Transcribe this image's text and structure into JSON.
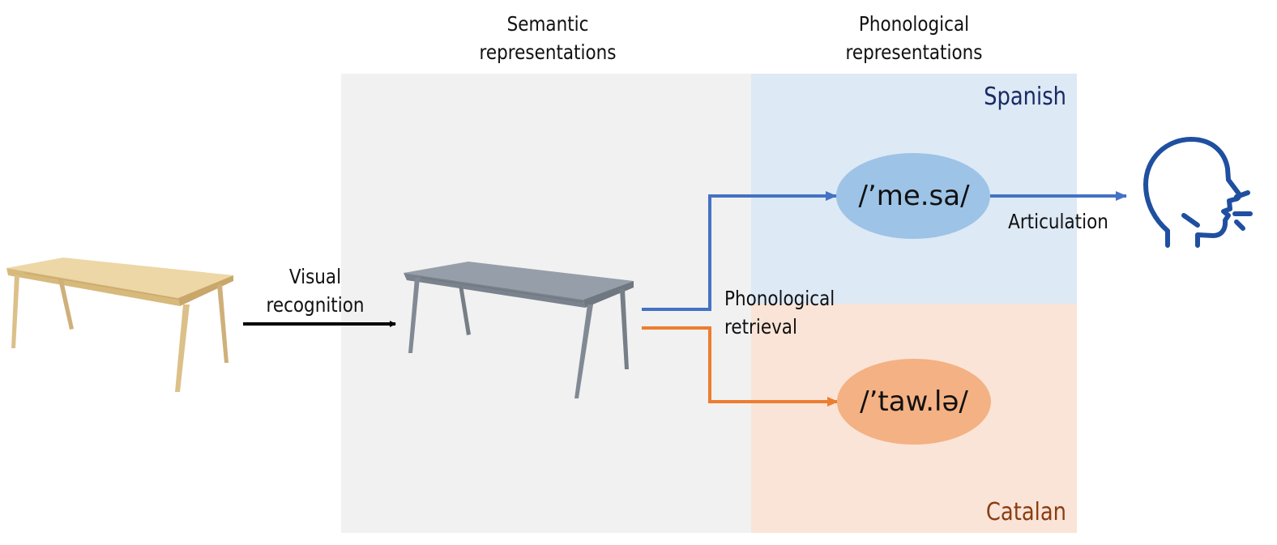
{
  "headings": {
    "semantic_line1": "Semantic",
    "semantic_line2": "representations",
    "phonological_line1": "Phonological",
    "phonological_line2": "representations"
  },
  "languages": {
    "spanish": "Spanish",
    "catalan": "Catalan"
  },
  "word_forms": {
    "spanish": "/’me.sa/",
    "catalan": "/’taw.lə/"
  },
  "processes": {
    "visual_line1": "Visual",
    "visual_line2": "recognition",
    "retrieval_line1": "Phonological",
    "retrieval_line2": "retrieval",
    "articulation": "Articulation"
  },
  "colors": {
    "spanish_path": "#4472c4",
    "catalan_path": "#ed7d31",
    "spanish_node": "#9dc3e6",
    "catalan_node": "#f4b183",
    "semantic_bg": "#f1f1f1",
    "spanish_bg": "#dde9f5",
    "catalan_bg": "#fae4d7",
    "speaker_icon": "#1f4fa0",
    "input_table": "#e7cf99",
    "semantic_table": "#8a939e"
  },
  "icons": {
    "input_image": "wooden-table-image",
    "semantic_image": "gray-table-image",
    "speaker": "speaking-head-icon"
  }
}
